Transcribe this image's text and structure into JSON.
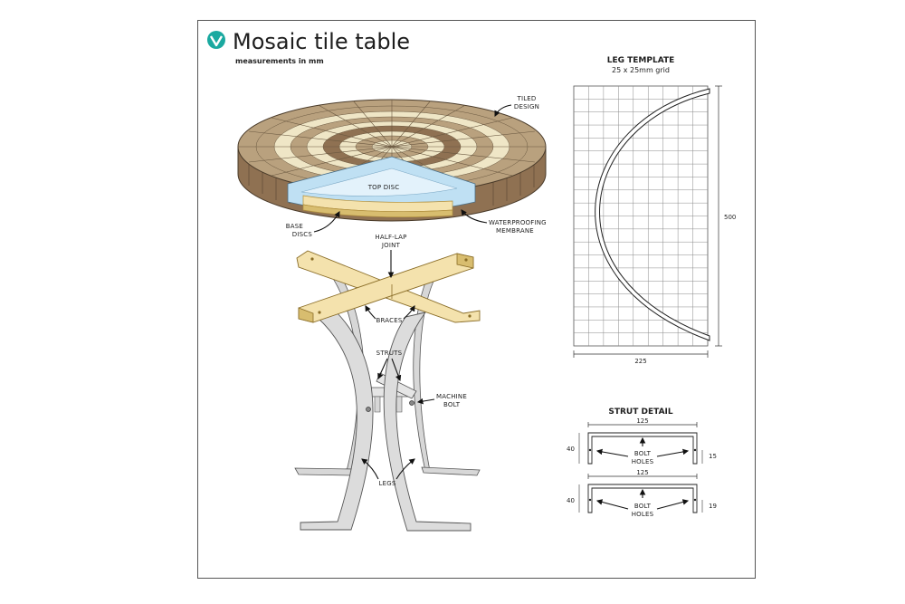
{
  "header": {
    "title": "Mosaic tile table",
    "subtitle": "measurements in mm",
    "logo_icon": "checkmark-chevron-icon",
    "logo_color": "#1aa9a0"
  },
  "callouts": {
    "tiled_design": [
      "TILED",
      "DESIGN"
    ],
    "top_disc": "TOP DISC",
    "base_discs": [
      "BASE",
      "DISCS"
    ],
    "waterproofing": [
      "WATERPROOFING",
      "MEMBRANE"
    ],
    "half_lap": [
      "HALF-LAP",
      "JOINT"
    ],
    "braces": "BRACES",
    "struts": "STRUTS",
    "machine_bolt": [
      "MACHINE",
      "BOLT"
    ],
    "legs": "LEGS"
  },
  "leg_template": {
    "title": "LEG TEMPLATE",
    "subtitle": "25 x 25mm grid",
    "height_label": "500",
    "width_label": "225",
    "grid_cols": 9,
    "grid_rows": 20
  },
  "strut_detail": {
    "title": "STRUT DETAIL",
    "upper": {
      "width": "125",
      "height": "40",
      "hole_offset": "15",
      "hole_label": [
        "BOLT",
        "HOLES"
      ]
    },
    "lower": {
      "width": "125",
      "height": "40",
      "hole_offset": "19",
      "hole_label": [
        "BOLT",
        "HOLES"
      ]
    }
  },
  "colors": {
    "tile_tan": "#b9a17e",
    "tile_cream": "#efe6c6",
    "tile_brown": "#8f7152",
    "membrane_blue": "#bfe0f3",
    "wood": "#f4e2ad",
    "wood_edge": "#d8bd6f",
    "steel": "#d7d7d7"
  }
}
